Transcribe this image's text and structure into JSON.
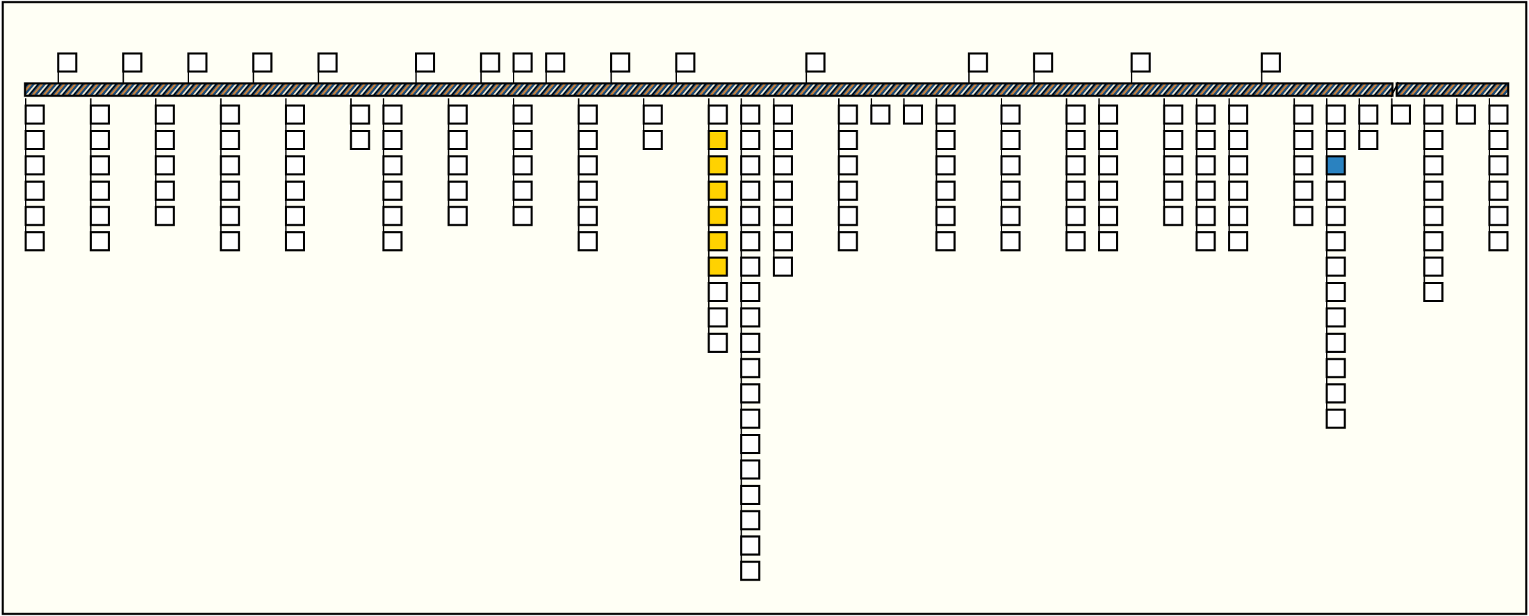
{
  "colors": {
    "background": "#fffff5",
    "border": "#000000",
    "box_fill": "#ffffff",
    "highlight_yellow": "#ffd200",
    "highlight_blue": "#2a82c0",
    "stripe_brown": "#c08040",
    "stripe_blue": "#1a4a78",
    "stripe_cream": "#f0e4c8"
  },
  "scale_break_after_column": 42,
  "top_markers": [
    1,
    3,
    5,
    7,
    9,
    12,
    14,
    15,
    16,
    18,
    20,
    24,
    29,
    31,
    34,
    38
  ],
  "columns": [
    {
      "index": 0,
      "count": 6
    },
    {
      "index": 2,
      "count": 6
    },
    {
      "index": 4,
      "count": 5
    },
    {
      "index": 6,
      "count": 6
    },
    {
      "index": 8,
      "count": 6
    },
    {
      "index": 10,
      "count": 2
    },
    {
      "index": 11,
      "count": 6
    },
    {
      "index": 13,
      "count": 5
    },
    {
      "index": 15,
      "count": 5
    },
    {
      "index": 17,
      "count": 6
    },
    {
      "index": 19,
      "count": 2
    },
    {
      "index": 21,
      "count": 10,
      "yellow": [
        1,
        2,
        3,
        4,
        5,
        6
      ]
    },
    {
      "index": 22,
      "count": 19
    },
    {
      "index": 23,
      "count": 7
    },
    {
      "index": 25,
      "count": 6
    },
    {
      "index": 26,
      "count": 1
    },
    {
      "index": 27,
      "count": 1
    },
    {
      "index": 28,
      "count": 6
    },
    {
      "index": 30,
      "count": 6
    },
    {
      "index": 32,
      "count": 6
    },
    {
      "index": 33,
      "count": 6
    },
    {
      "index": 35,
      "count": 5
    },
    {
      "index": 36,
      "count": 6
    },
    {
      "index": 37,
      "count": 6
    },
    {
      "index": 39,
      "count": 5
    },
    {
      "index": 40,
      "count": 13,
      "blue": [
        2
      ]
    },
    {
      "index": 41,
      "count": 2
    },
    {
      "index": 42,
      "count": 1
    },
    {
      "index": 43,
      "count": 8
    },
    {
      "index": 44,
      "count": 1
    },
    {
      "index": 45,
      "count": 6
    }
  ]
}
